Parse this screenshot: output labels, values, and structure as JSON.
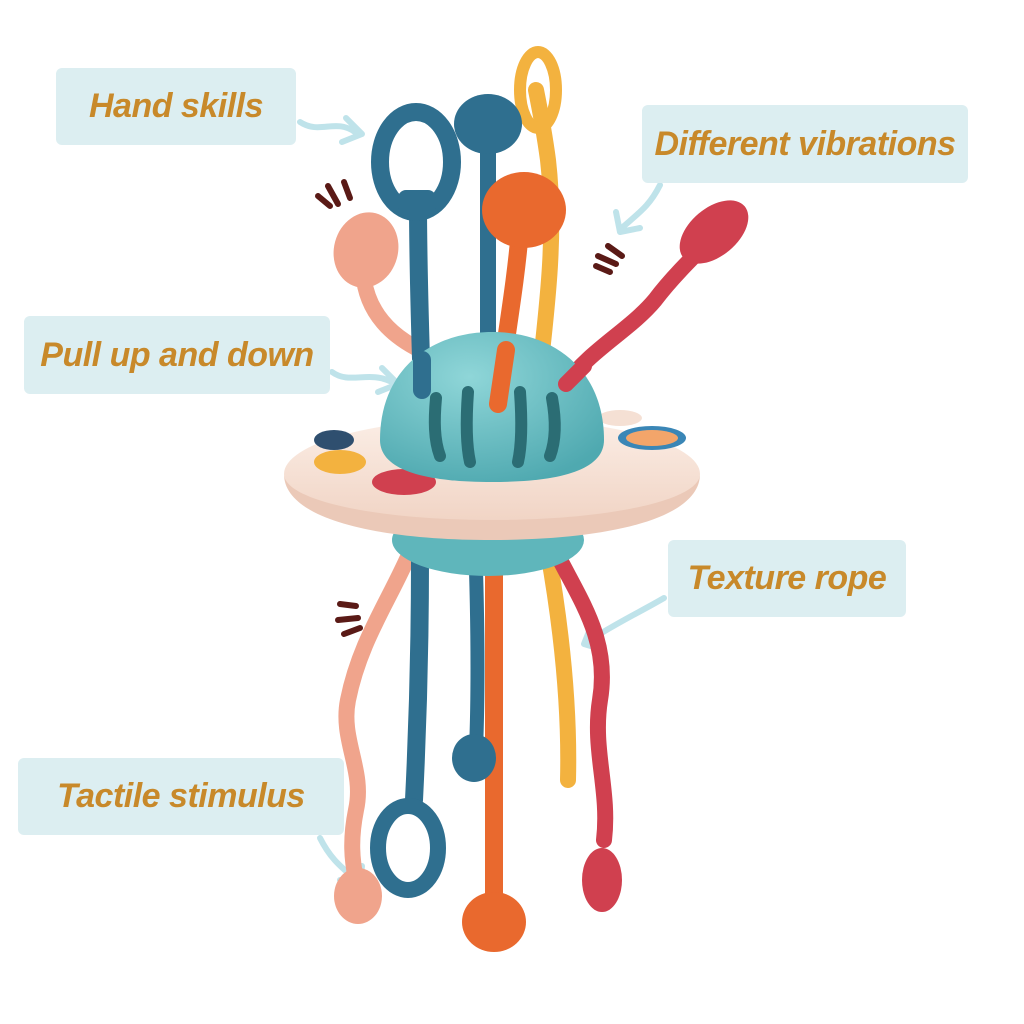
{
  "labels": {
    "hand_skills": "Hand skills",
    "different_vibrations": "Different vibrations",
    "pull_up_and_down": "Pull up and down",
    "texture_rope": "Texture rope",
    "tactile_stimulus": "Tactile stimulus"
  },
  "colors": {
    "label_background": "#dceef1",
    "label_text": "#c8892a",
    "arrow": "#bfe3ea",
    "toy_base": "#f8e4d9",
    "toy_dome": "#66bfc4",
    "rope_blue": "#2f6f8f",
    "rope_orange": "#e9692e",
    "rope_yellow": "#f3b23f",
    "rope_pink": "#f0a48c",
    "rope_red": "#d0404f",
    "vibration_marks": "#5a1a16"
  },
  "toy": {
    "name": "silicone pull-string sensory toy"
  }
}
